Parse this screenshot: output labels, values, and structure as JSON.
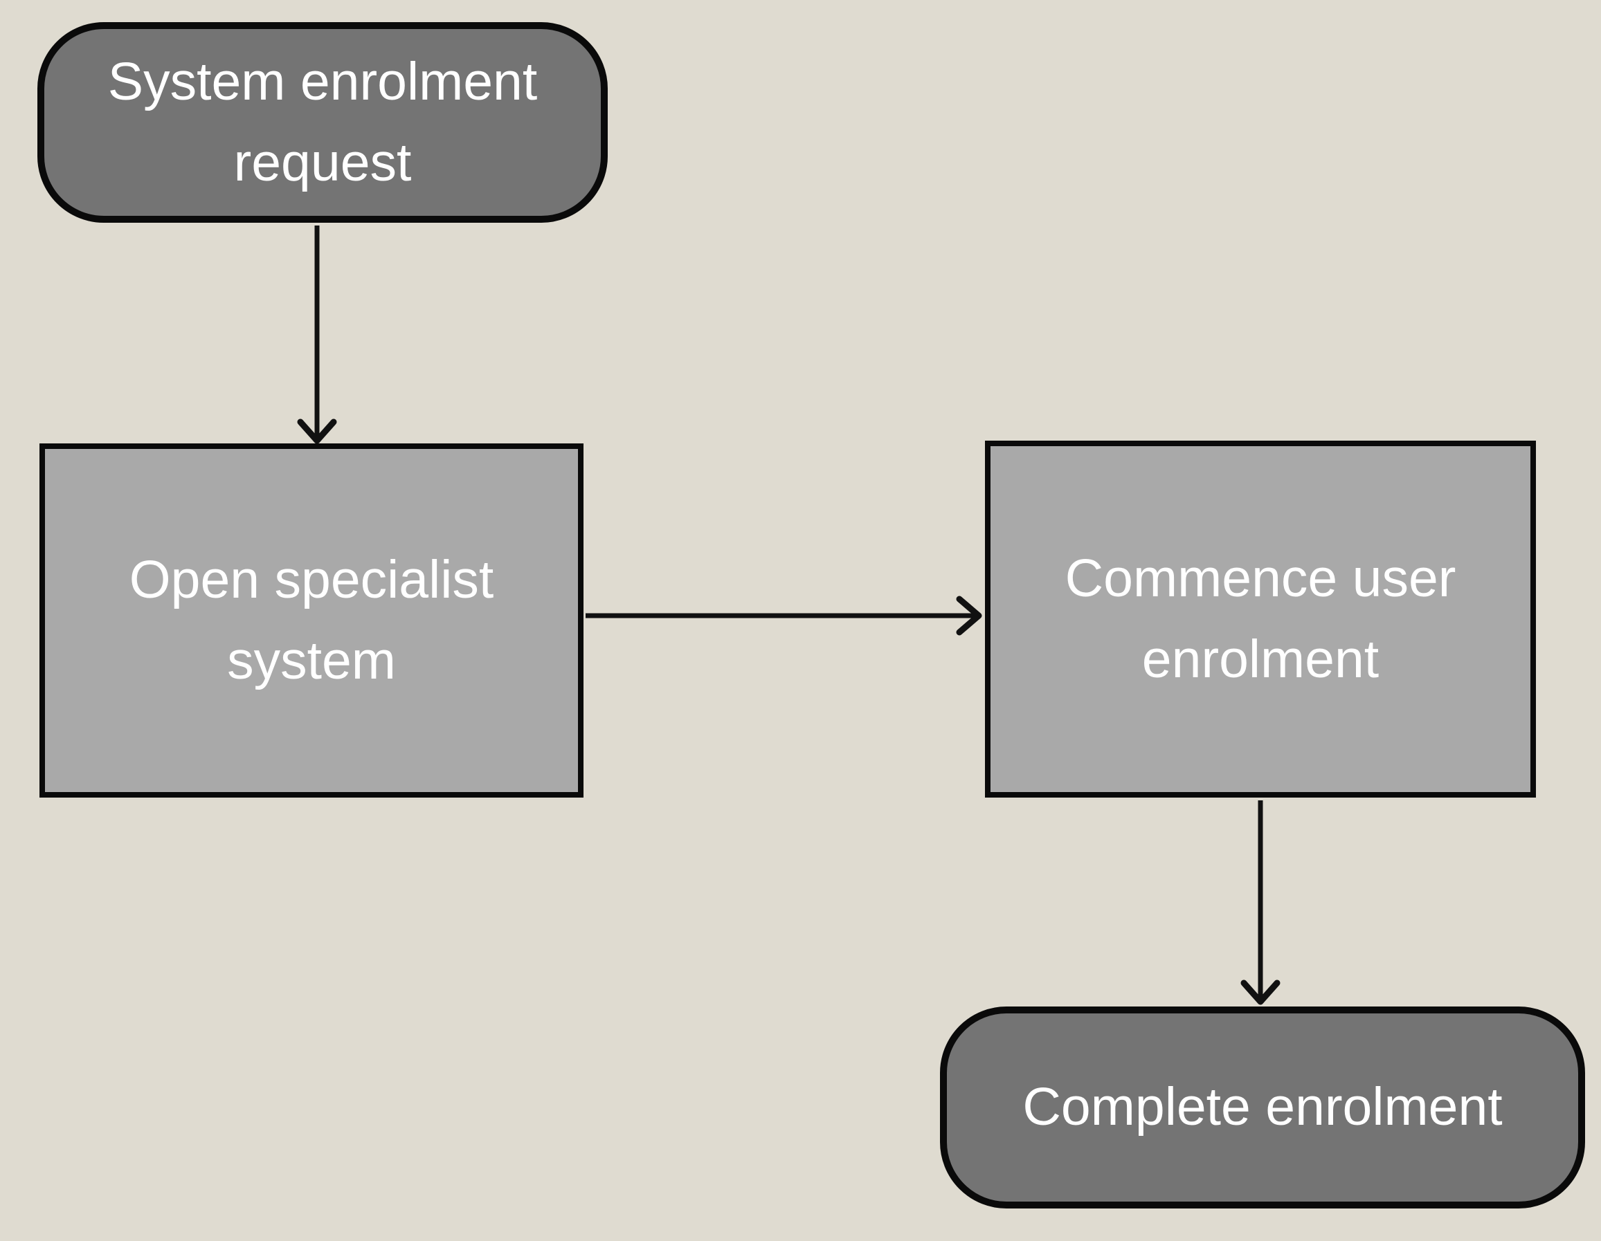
{
  "diagram": {
    "type": "flowchart",
    "background_color": "#dfdbd0",
    "border_color": "#0a0a0a",
    "arrow_color": "#111111",
    "text_color": "#ffffff",
    "nodes": [
      {
        "id": "start",
        "shape": "terminator",
        "label": "System enrolment request",
        "fill": "#747474"
      },
      {
        "id": "open-specialist-system",
        "shape": "process",
        "label": "Open specialist system",
        "fill": "#a9a9a9"
      },
      {
        "id": "commence-user-enrolment",
        "shape": "process",
        "label": "Commence user enrolment",
        "fill": "#a9a9a9"
      },
      {
        "id": "end",
        "shape": "terminator",
        "label": "Complete enrolment",
        "fill": "#747474"
      }
    ],
    "edges": [
      {
        "from": "System enrolment request",
        "to": "Open specialist system",
        "direction": "down"
      },
      {
        "from": "Open specialist system",
        "to": "Commence user enrolment",
        "direction": "right"
      },
      {
        "from": "Commence user enrolment",
        "to": "Complete enrolment",
        "direction": "down"
      }
    ]
  }
}
